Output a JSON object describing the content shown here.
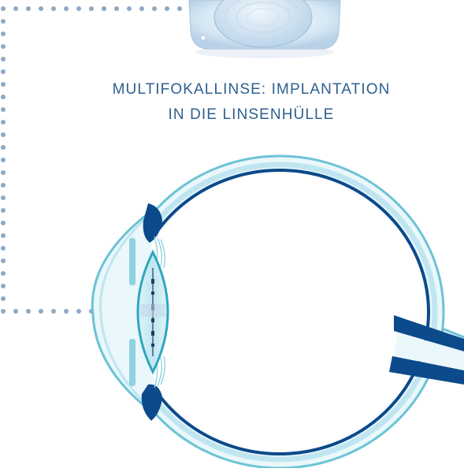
{
  "caption": {
    "line1": "MULTIFOKALLINSE: IMPLANTATION",
    "line2": "IN DIE LINSENHÜLLE"
  },
  "colors": {
    "eye_outer": "#6cc3d6",
    "eye_fill": "#eaf7fb",
    "eye_inner_dark": "#0b4a8b",
    "lens_outline": "#2fa6bf",
    "lens_fill": "#cfeef6",
    "dots": "#8fa8c4",
    "caption": "#2f5f8f",
    "implant_fill": "#dcecf6"
  },
  "icons": {
    "implant": "multifocal-lens-implant",
    "eye": "eye-cross-section"
  }
}
